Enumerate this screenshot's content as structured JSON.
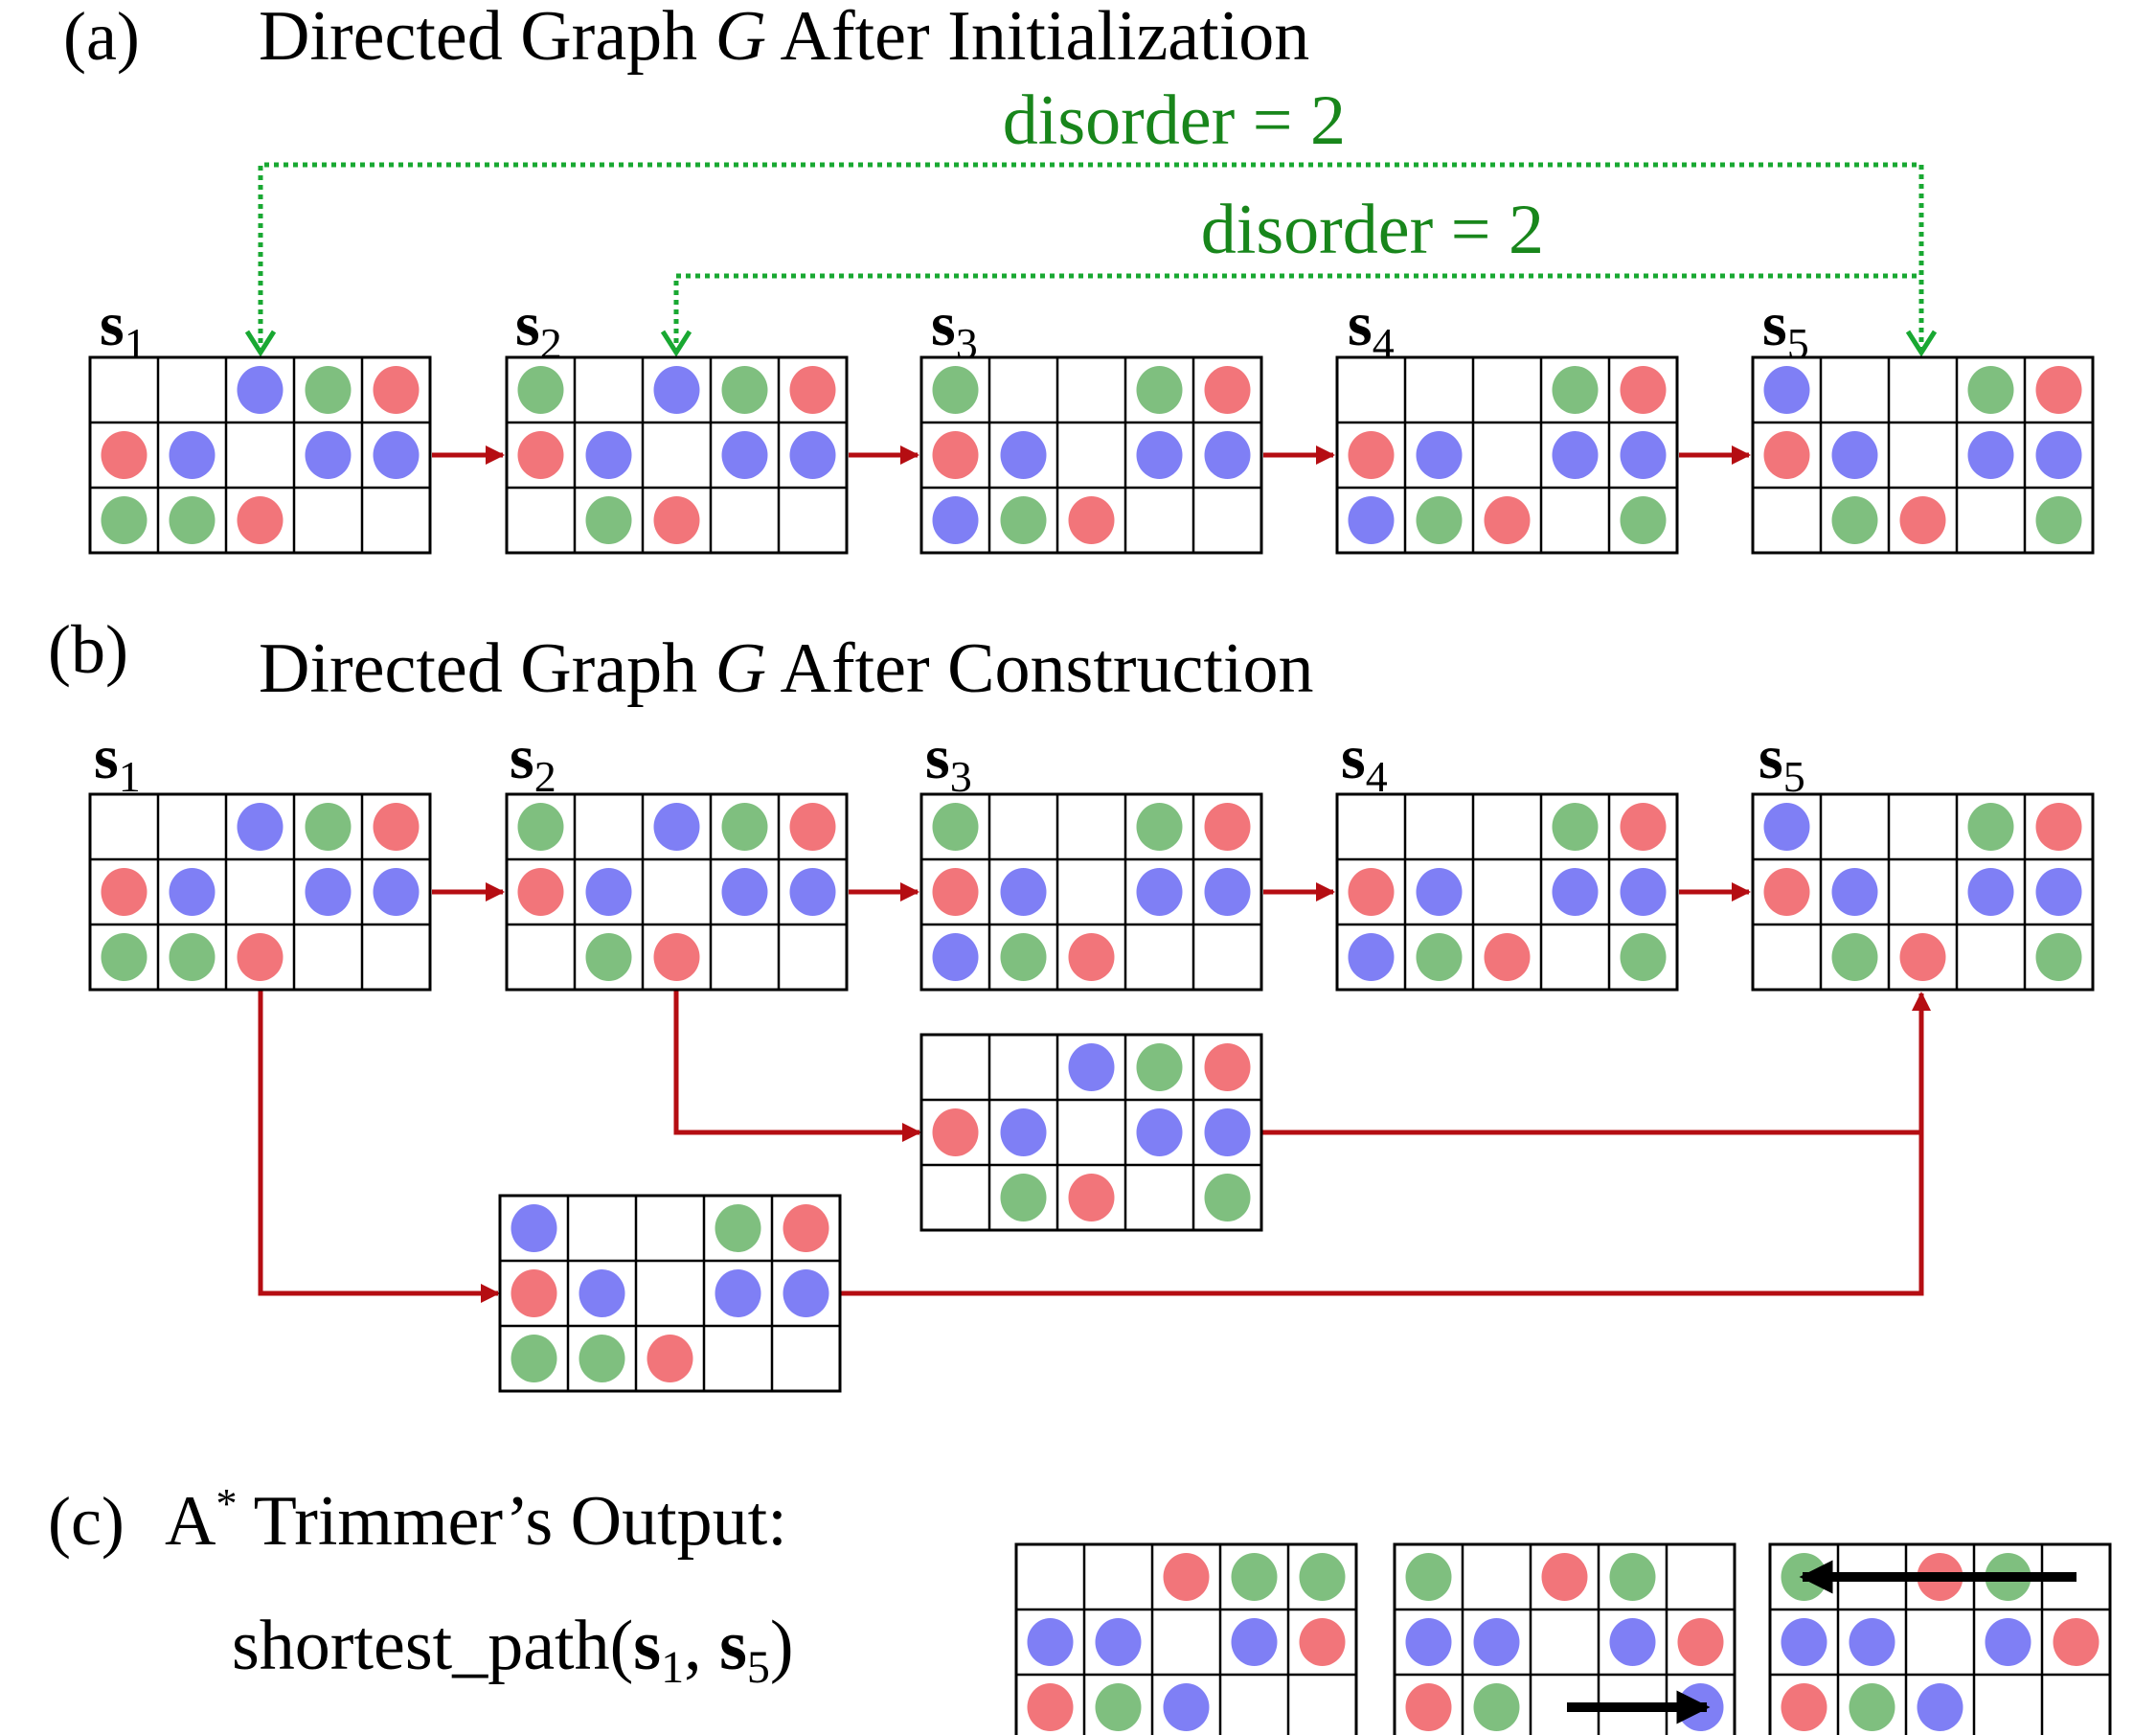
{
  "colors": {
    "R": "#f2757a",
    "G": "#7fbf7f",
    "B": "#7f7ff5",
    "edge": "#b50d12",
    "disorder": "#19a832",
    "disorder_text": "#18861b",
    "grid": "#000000"
  },
  "panel_a": {
    "letter": "(a)",
    "title_pre": "Directed Graph ",
    "title_var": "G",
    "title_post": " After Initialization",
    "disorder_top": "disorder = 2",
    "disorder_bottom": "disorder = 2"
  },
  "panel_b": {
    "letter": "(b)",
    "title_pre": "Directed Graph ",
    "title_var": "G",
    "title_post": " After Construction"
  },
  "panel_c": {
    "letter": "(c)",
    "title_a": "A",
    "title_star": "*",
    "title_rest": " Trimmer’s Output:",
    "fn_name": "shortest_path(",
    "arg1_base": "s",
    "arg1_sub": "1",
    "comma": ", ",
    "arg2_base": "s",
    "arg2_sub": "5",
    "close": ")"
  },
  "state_labels": [
    {
      "base": "s",
      "sub": "1"
    },
    {
      "base": "s",
      "sub": "2"
    },
    {
      "base": "s",
      "sub": "3"
    },
    {
      "base": "s",
      "sub": "4"
    },
    {
      "base": "s",
      "sub": "5"
    }
  ],
  "grids": {
    "s1": [
      [
        "",
        "",
        "B",
        "G",
        "R"
      ],
      [
        "R",
        "B",
        "",
        "B",
        "B"
      ],
      [
        "G",
        "G",
        "R",
        "",
        ""
      ]
    ],
    "s2": [
      [
        "G",
        "",
        "B",
        "G",
        "R"
      ],
      [
        "R",
        "B",
        "",
        "B",
        "B"
      ],
      [
        "",
        "G",
        "R",
        "",
        ""
      ]
    ],
    "s3": [
      [
        "G",
        "",
        "",
        "G",
        "R"
      ],
      [
        "R",
        "B",
        "",
        "B",
        "B"
      ],
      [
        "B",
        "G",
        "R",
        "",
        ""
      ]
    ],
    "s4": [
      [
        "",
        "",
        "",
        "G",
        "R"
      ],
      [
        "R",
        "B",
        "",
        "B",
        "B"
      ],
      [
        "B",
        "G",
        "R",
        "",
        "G"
      ]
    ],
    "s5": [
      [
        "B",
        "",
        "",
        "G",
        "R"
      ],
      [
        "R",
        "B",
        "",
        "B",
        "B"
      ],
      [
        "",
        "G",
        "R",
        "",
        "G"
      ]
    ],
    "mid": [
      [
        "",
        "",
        "B",
        "G",
        "R"
      ],
      [
        "R",
        "B",
        "",
        "B",
        "B"
      ],
      [
        "",
        "G",
        "R",
        "",
        "G"
      ]
    ],
    "low": [
      [
        "B",
        "",
        "",
        "G",
        "R"
      ],
      [
        "R",
        "B",
        "",
        "B",
        "B"
      ],
      [
        "G",
        "G",
        "R",
        "",
        ""
      ]
    ],
    "c1": [
      [
        "",
        "",
        "R",
        "G",
        "G"
      ],
      [
        "B",
        "B",
        "",
        "B",
        "R"
      ],
      [
        "R",
        "G",
        "B",
        "",
        ""
      ]
    ],
    "c2": [
      [
        "G",
        "",
        "R",
        "G",
        ""
      ],
      [
        "B",
        "B",
        "",
        "B",
        "R"
      ],
      [
        "R",
        "G",
        "",
        "",
        "B"
      ]
    ],
    "c3": [
      [
        "G",
        "",
        "R",
        "G",
        ""
      ],
      [
        "B",
        "B",
        "",
        "B",
        "R"
      ],
      [
        "R",
        "G",
        "B",
        "",
        ""
      ]
    ]
  }
}
